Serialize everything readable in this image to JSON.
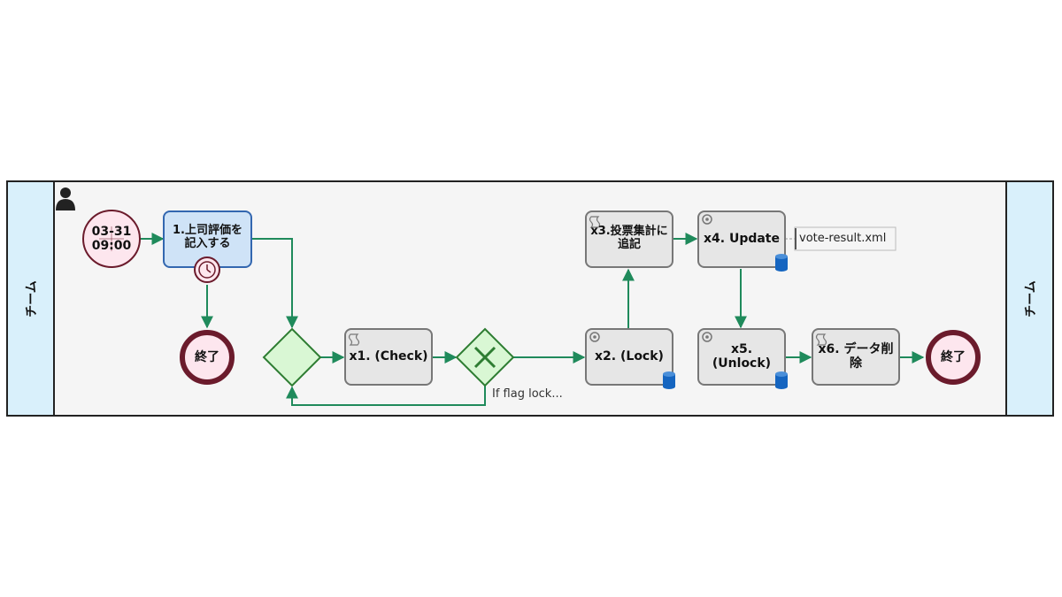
{
  "lane": {
    "left_label": "チーム",
    "right_label": "チーム"
  },
  "start_event": {
    "line1": "03-31",
    "line2": "09:00"
  },
  "tasks": {
    "task1": {
      "label": "1.上司評価を記入する"
    },
    "x1": {
      "label": "x1. (Check)"
    },
    "x2": {
      "label": "x2. (Lock)"
    },
    "x3": {
      "label": "x3.投票集計に追記"
    },
    "x4": {
      "label": "x4. Update"
    },
    "x5": {
      "label": "x5. (Unlock)"
    },
    "x6": {
      "label": "x6. データ削除"
    }
  },
  "end_events": {
    "end1": {
      "label": "終了"
    },
    "end2": {
      "label": "終了"
    }
  },
  "gateway_condition": "If flag lock...",
  "data_object": {
    "label": "vote-result.xml"
  },
  "colors": {
    "lane_header_fill": "#d9f0fb",
    "pool_fill": "#f5f5f5",
    "task_fill": "#e6e6e6",
    "task_stroke": "#777777",
    "human_task_fill": "#cfe3f7",
    "human_task_stroke": "#3367b0",
    "flow": "#1f8a5b",
    "gateway_fill": "#d9f7d4",
    "gateway_stroke": "#2e7d32",
    "event_stroke": "#6b1b2c",
    "event_fill": "#fde6ee",
    "db_icon": "#1565c0"
  }
}
